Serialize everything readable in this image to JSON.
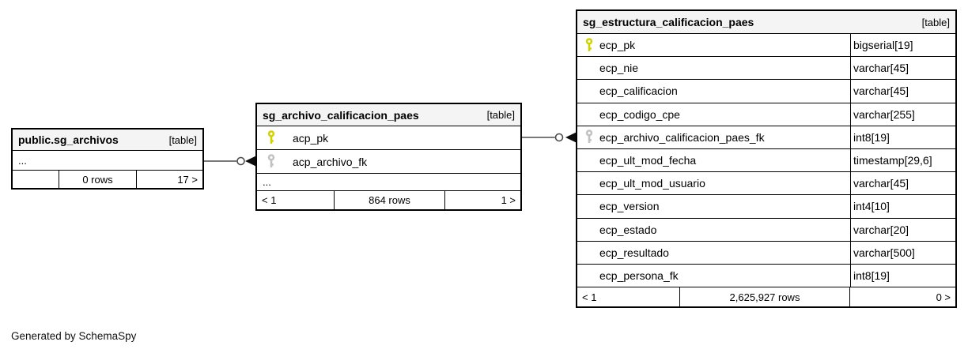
{
  "footer_note": "Generated by SchemaSpy",
  "colors": {
    "pk_key": "#d2d200",
    "fk_key": "#c2c2c2",
    "line": "#4d4d4d",
    "header_bg": "#f4f4f4"
  },
  "tables": [
    {
      "name": "public.sg_archivos",
      "badge": "[table]",
      "ellipsis": "...",
      "footer": {
        "prev": "",
        "rows": "0 rows",
        "next": "17 >"
      }
    },
    {
      "name": "sg_archivo_calificacion_paes",
      "badge": "[table]",
      "columns": [
        {
          "label": "acp_pk",
          "key": "primary"
        },
        {
          "label": "acp_archivo_fk",
          "key": "foreign"
        }
      ],
      "ellipsis": "...",
      "footer": {
        "prev": "< 1",
        "rows": "864 rows",
        "next": "1 >"
      }
    },
    {
      "name": "sg_estructura_calificacion_paes",
      "badge": "[table]",
      "columns": [
        {
          "label": "ecp_pk",
          "type": "bigserial[19]",
          "key": "primary"
        },
        {
          "label": "ecp_nie",
          "type": "varchar[45]",
          "key": ""
        },
        {
          "label": "ecp_calificacion",
          "type": "varchar[45]",
          "key": ""
        },
        {
          "label": "ecp_codigo_cpe",
          "type": "varchar[255]",
          "key": ""
        },
        {
          "label": "ecp_archivo_calificacion_paes_fk",
          "type": "int8[19]",
          "key": "foreign"
        },
        {
          "label": "ecp_ult_mod_fecha",
          "type": "timestamp[29,6]",
          "key": ""
        },
        {
          "label": "ecp_ult_mod_usuario",
          "type": "varchar[45]",
          "key": ""
        },
        {
          "label": "ecp_version",
          "type": "int4[10]",
          "key": ""
        },
        {
          "label": "ecp_estado",
          "type": "varchar[20]",
          "key": ""
        },
        {
          "label": "ecp_resultado",
          "type": "varchar[500]",
          "key": ""
        },
        {
          "label": "ecp_persona_fk",
          "type": "int8[19]",
          "key": ""
        }
      ],
      "footer": {
        "prev": "< 1",
        "rows": "2,625,927 rows",
        "next": "0 >"
      }
    }
  ]
}
